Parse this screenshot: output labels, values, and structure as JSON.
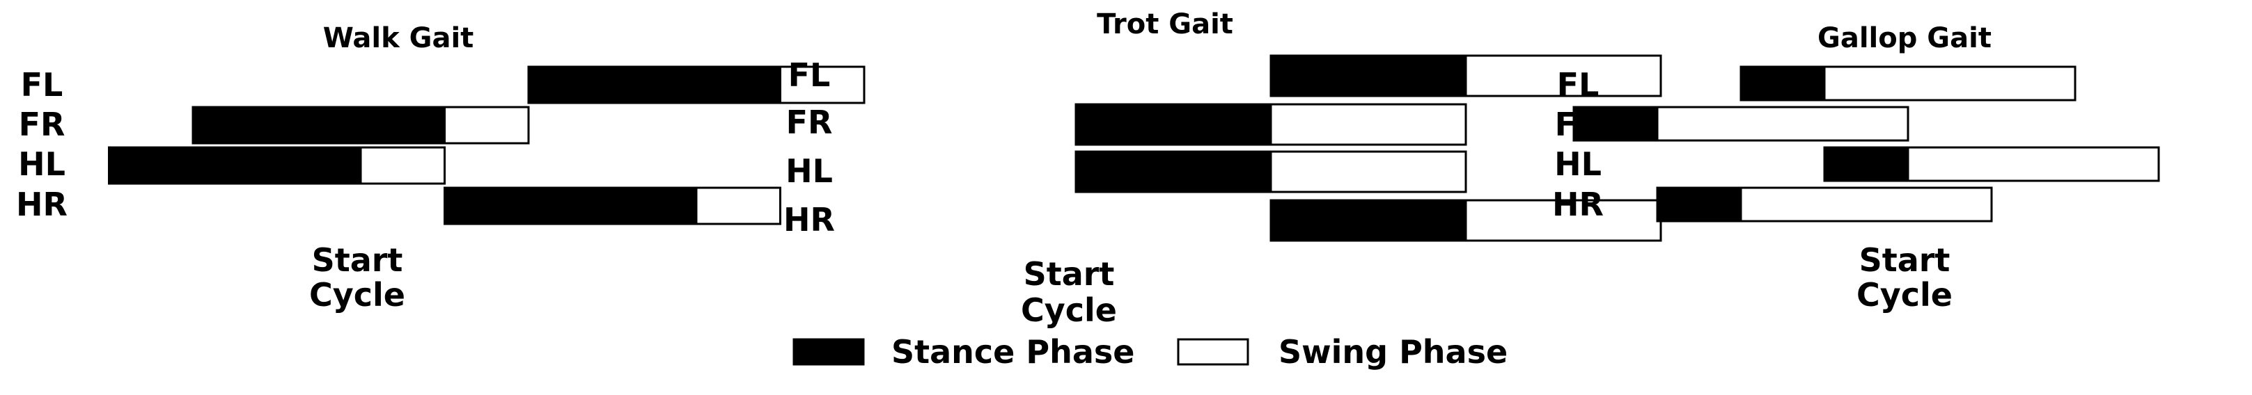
{
  "legend": {
    "stance_label": "Stance Phase",
    "swing_label": "Swing Phase",
    "stance_color": "#000000",
    "swing_color": "#ffffff"
  },
  "panels": [
    {
      "title": "Walk Gait",
      "start_line1": "Start",
      "start_line2": "Cycle",
      "legs": [
        {
          "label": "FL",
          "offset": 0.5,
          "stance": 0.75,
          "swing": 0.25
        },
        {
          "label": "FR",
          "offset": -0.5,
          "stance": 0.75,
          "swing": 0.25
        },
        {
          "label": "HL",
          "offset": -0.75,
          "stance": 0.75,
          "swing": 0.25
        },
        {
          "label": "HR",
          "offset": 0.25,
          "stance": 0.75,
          "swing": 0.25
        }
      ]
    },
    {
      "title": "Trot Gait",
      "start_line1": "Start",
      "start_line2": "Cycle",
      "legs": [
        {
          "label": "FL",
          "offset": 0.5,
          "stance": 0.5,
          "swing": 0.5
        },
        {
          "label": "FR",
          "offset": 0.0,
          "stance": 0.5,
          "swing": 0.5
        },
        {
          "label": "HL",
          "offset": 0.0,
          "stance": 0.5,
          "swing": 0.5
        },
        {
          "label": "HR",
          "offset": 0.5,
          "stance": 0.5,
          "swing": 0.5
        }
      ]
    },
    {
      "title": "Gallop Gait",
      "start_line1": "Start",
      "start_line2": "Cycle",
      "legs": [
        {
          "label": "FL",
          "offset": -0.25,
          "stance": 0.25,
          "swing": 0.75
        },
        {
          "label": "FR",
          "offset": -0.75,
          "stance": 0.25,
          "swing": 0.75
        },
        {
          "label": "HL",
          "offset": 0.0,
          "stance": 0.25,
          "swing": 0.75
        },
        {
          "label": "HR",
          "offset": -0.5,
          "stance": 0.25,
          "swing": 0.75
        }
      ]
    }
  ]
}
